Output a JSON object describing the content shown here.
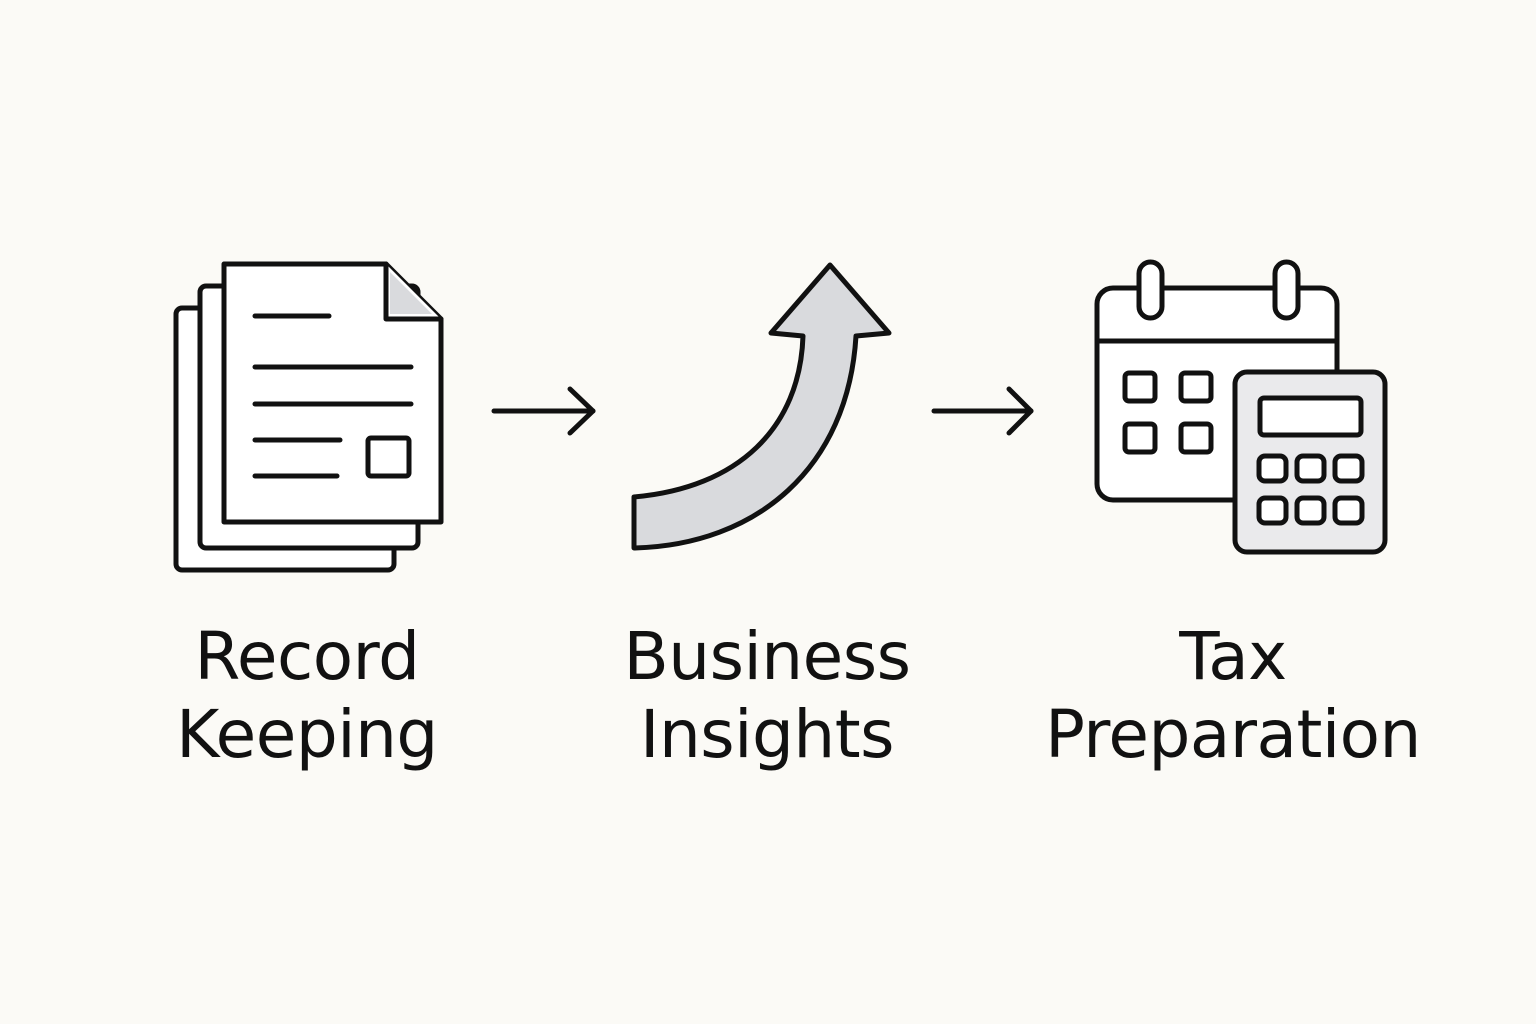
{
  "steps": [
    {
      "icon": "documents-icon",
      "label_line1": "Record",
      "label_line2": "Keeping"
    },
    {
      "icon": "growth-arrow-icon",
      "label_line1": "Business",
      "label_line2": "Insights"
    },
    {
      "icon": "calendar-calculator-icon",
      "label_line1": "Tax",
      "label_line2": "Preparation"
    }
  ],
  "connectors": [
    {
      "icon": "right-arrow-icon"
    },
    {
      "icon": "right-arrow-icon"
    }
  ],
  "colors": {
    "background": "#fbfaf6",
    "stroke": "#111111",
    "fill_light": "#d9dadd",
    "fill_white": "#ffffff"
  }
}
